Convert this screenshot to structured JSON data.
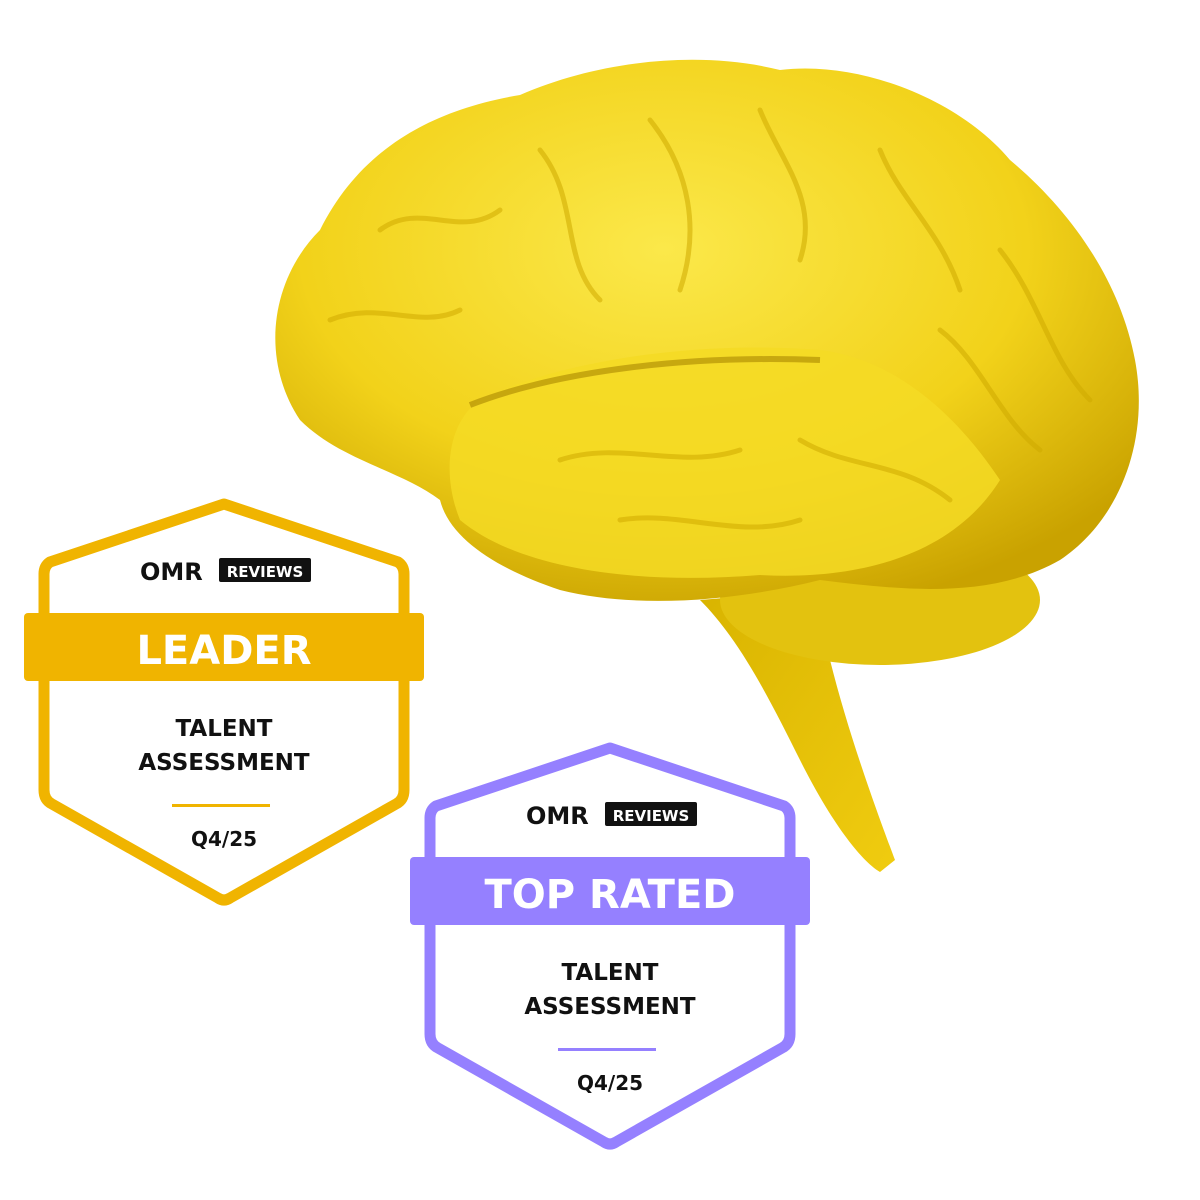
{
  "colors": {
    "brain": "#F2D21A",
    "brain_shadow": "#C9A200",
    "leader": "#F0B400",
    "top_rated": "#9580FF"
  },
  "badges": [
    {
      "brand": "OMR",
      "brand_tag": "REVIEWS",
      "title": "LEADER",
      "category_line1": "TALENT",
      "category_line2": "ASSESSMENT",
      "period": "Q4/25"
    },
    {
      "brand": "OMR",
      "brand_tag": "REVIEWS",
      "title": "TOP RATED",
      "category_line1": "TALENT",
      "category_line2": "ASSESSMENT",
      "period": "Q4/25"
    }
  ]
}
